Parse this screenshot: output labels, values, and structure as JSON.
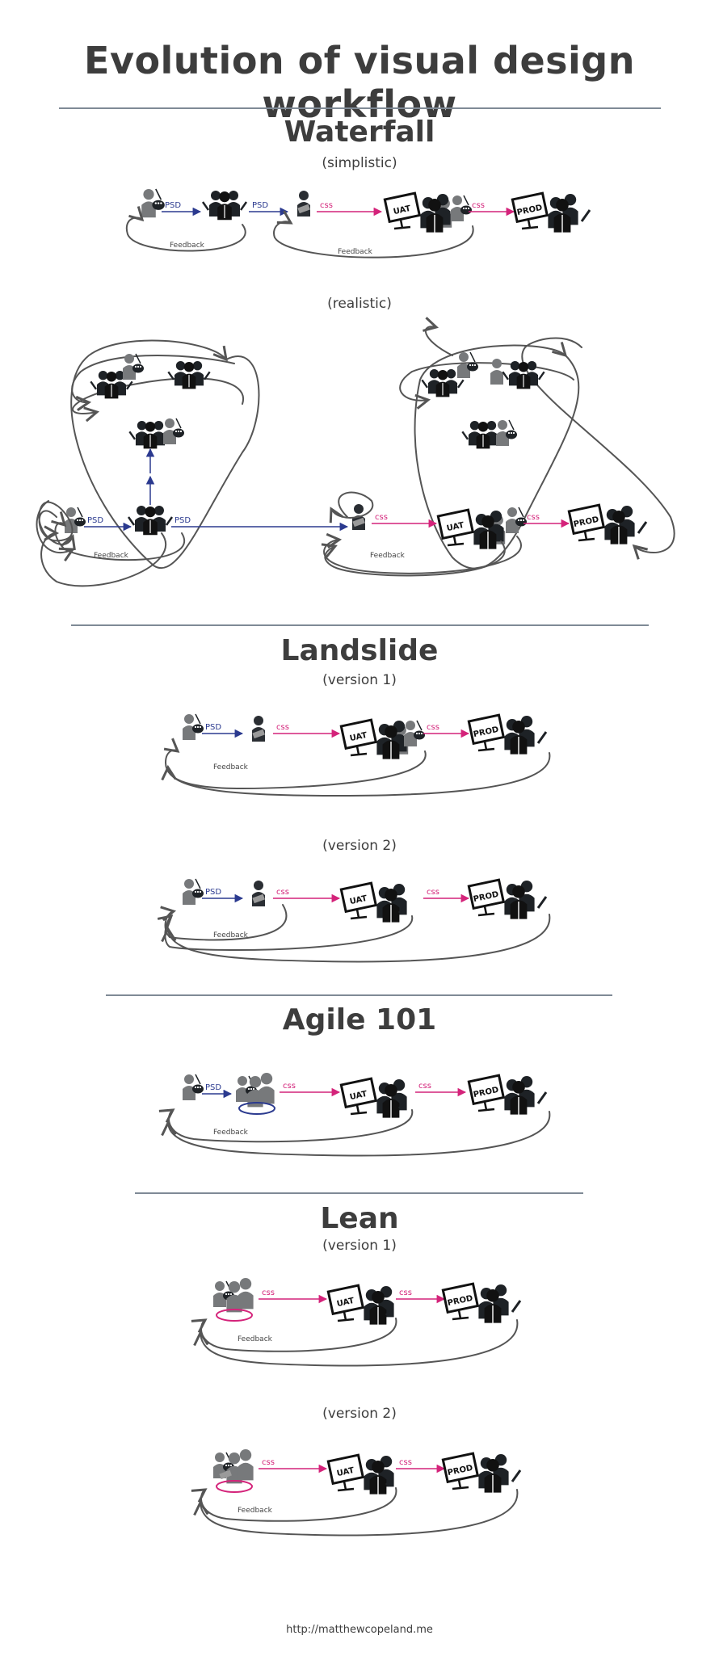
{
  "title": "Evolution of visual design workflow",
  "sections": {
    "waterfall": {
      "title": "Waterfall",
      "sub1": "(simplistic)",
      "sub2": "(realistic)"
    },
    "landslide": {
      "title": "Landslide",
      "sub1": "(version 1)",
      "sub2": "(version 2)"
    },
    "agile": {
      "title": "Agile 101"
    },
    "lean": {
      "title": "Lean",
      "sub1": "(version 1)",
      "sub2": "(version 2)"
    }
  },
  "labels": {
    "psd": "PSD",
    "css": "css",
    "feedback": "Feedback",
    "uat": "UAT",
    "prod": "PROD"
  },
  "footer": "http://matthewcopeland.me",
  "colors": {
    "psd_arrow": "#2b3a8f",
    "css_arrow": "#d4237a",
    "loop": "#555555",
    "figure_dark": "#1e2226",
    "figure_grey": "#77797b",
    "rule": "#7f8a96"
  }
}
